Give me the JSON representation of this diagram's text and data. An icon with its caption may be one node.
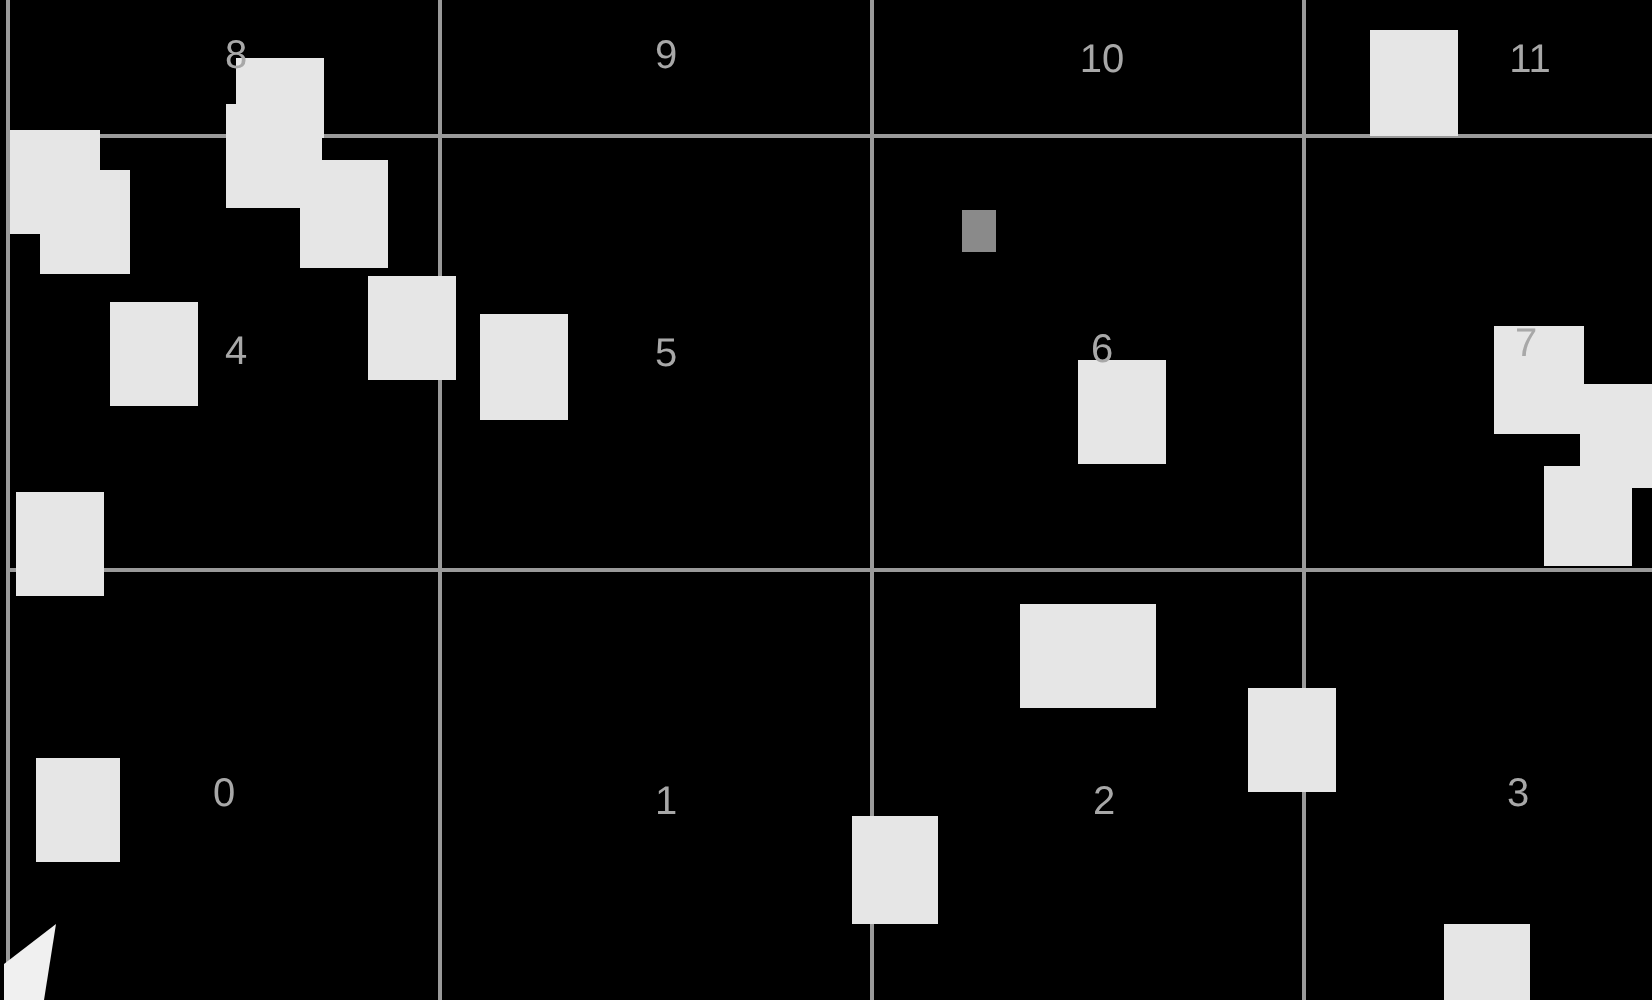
{
  "diagram": {
    "labels": [
      "8",
      "9",
      "10",
      "11",
      "4",
      "5",
      "6",
      "7",
      "0",
      "1",
      "2",
      "3"
    ]
  }
}
